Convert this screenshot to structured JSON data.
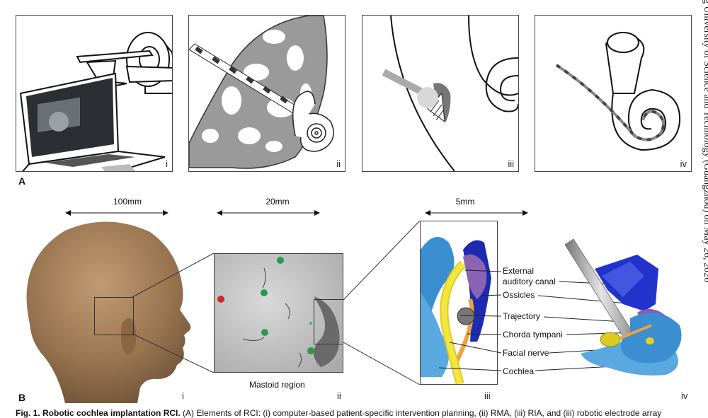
{
  "panel_a": {
    "letter": "A",
    "numerals": [
      "i",
      "ii",
      "iii",
      "iv"
    ]
  },
  "panel_b": {
    "letter": "B",
    "scales": [
      "100mm",
      "20mm",
      "5mm"
    ],
    "numerals": [
      "i",
      "ii",
      "iii",
      "iv"
    ],
    "mastoid_label": "Mastoid region",
    "annotations": [
      "External auditory canal",
      "Ossicles",
      "Trajectory",
      "Chorda tympani",
      "Facial nerve",
      "Cochlea"
    ]
  },
  "annotation_lines": {
    "external_1": "External",
    "external_2": "auditory canal"
  },
  "side_text": "g University of Science and Technology (Guangzhou) on May 26, 2026",
  "caption": {
    "lead": "Fig. 1. Robotic cochlea implantation RCI.",
    "body": " (A) Elements of RCI: (i) computer-based patient-specific intervention planning, (ii) RMA, (iii) RIA, and (iii) robotic electrode array"
  }
}
